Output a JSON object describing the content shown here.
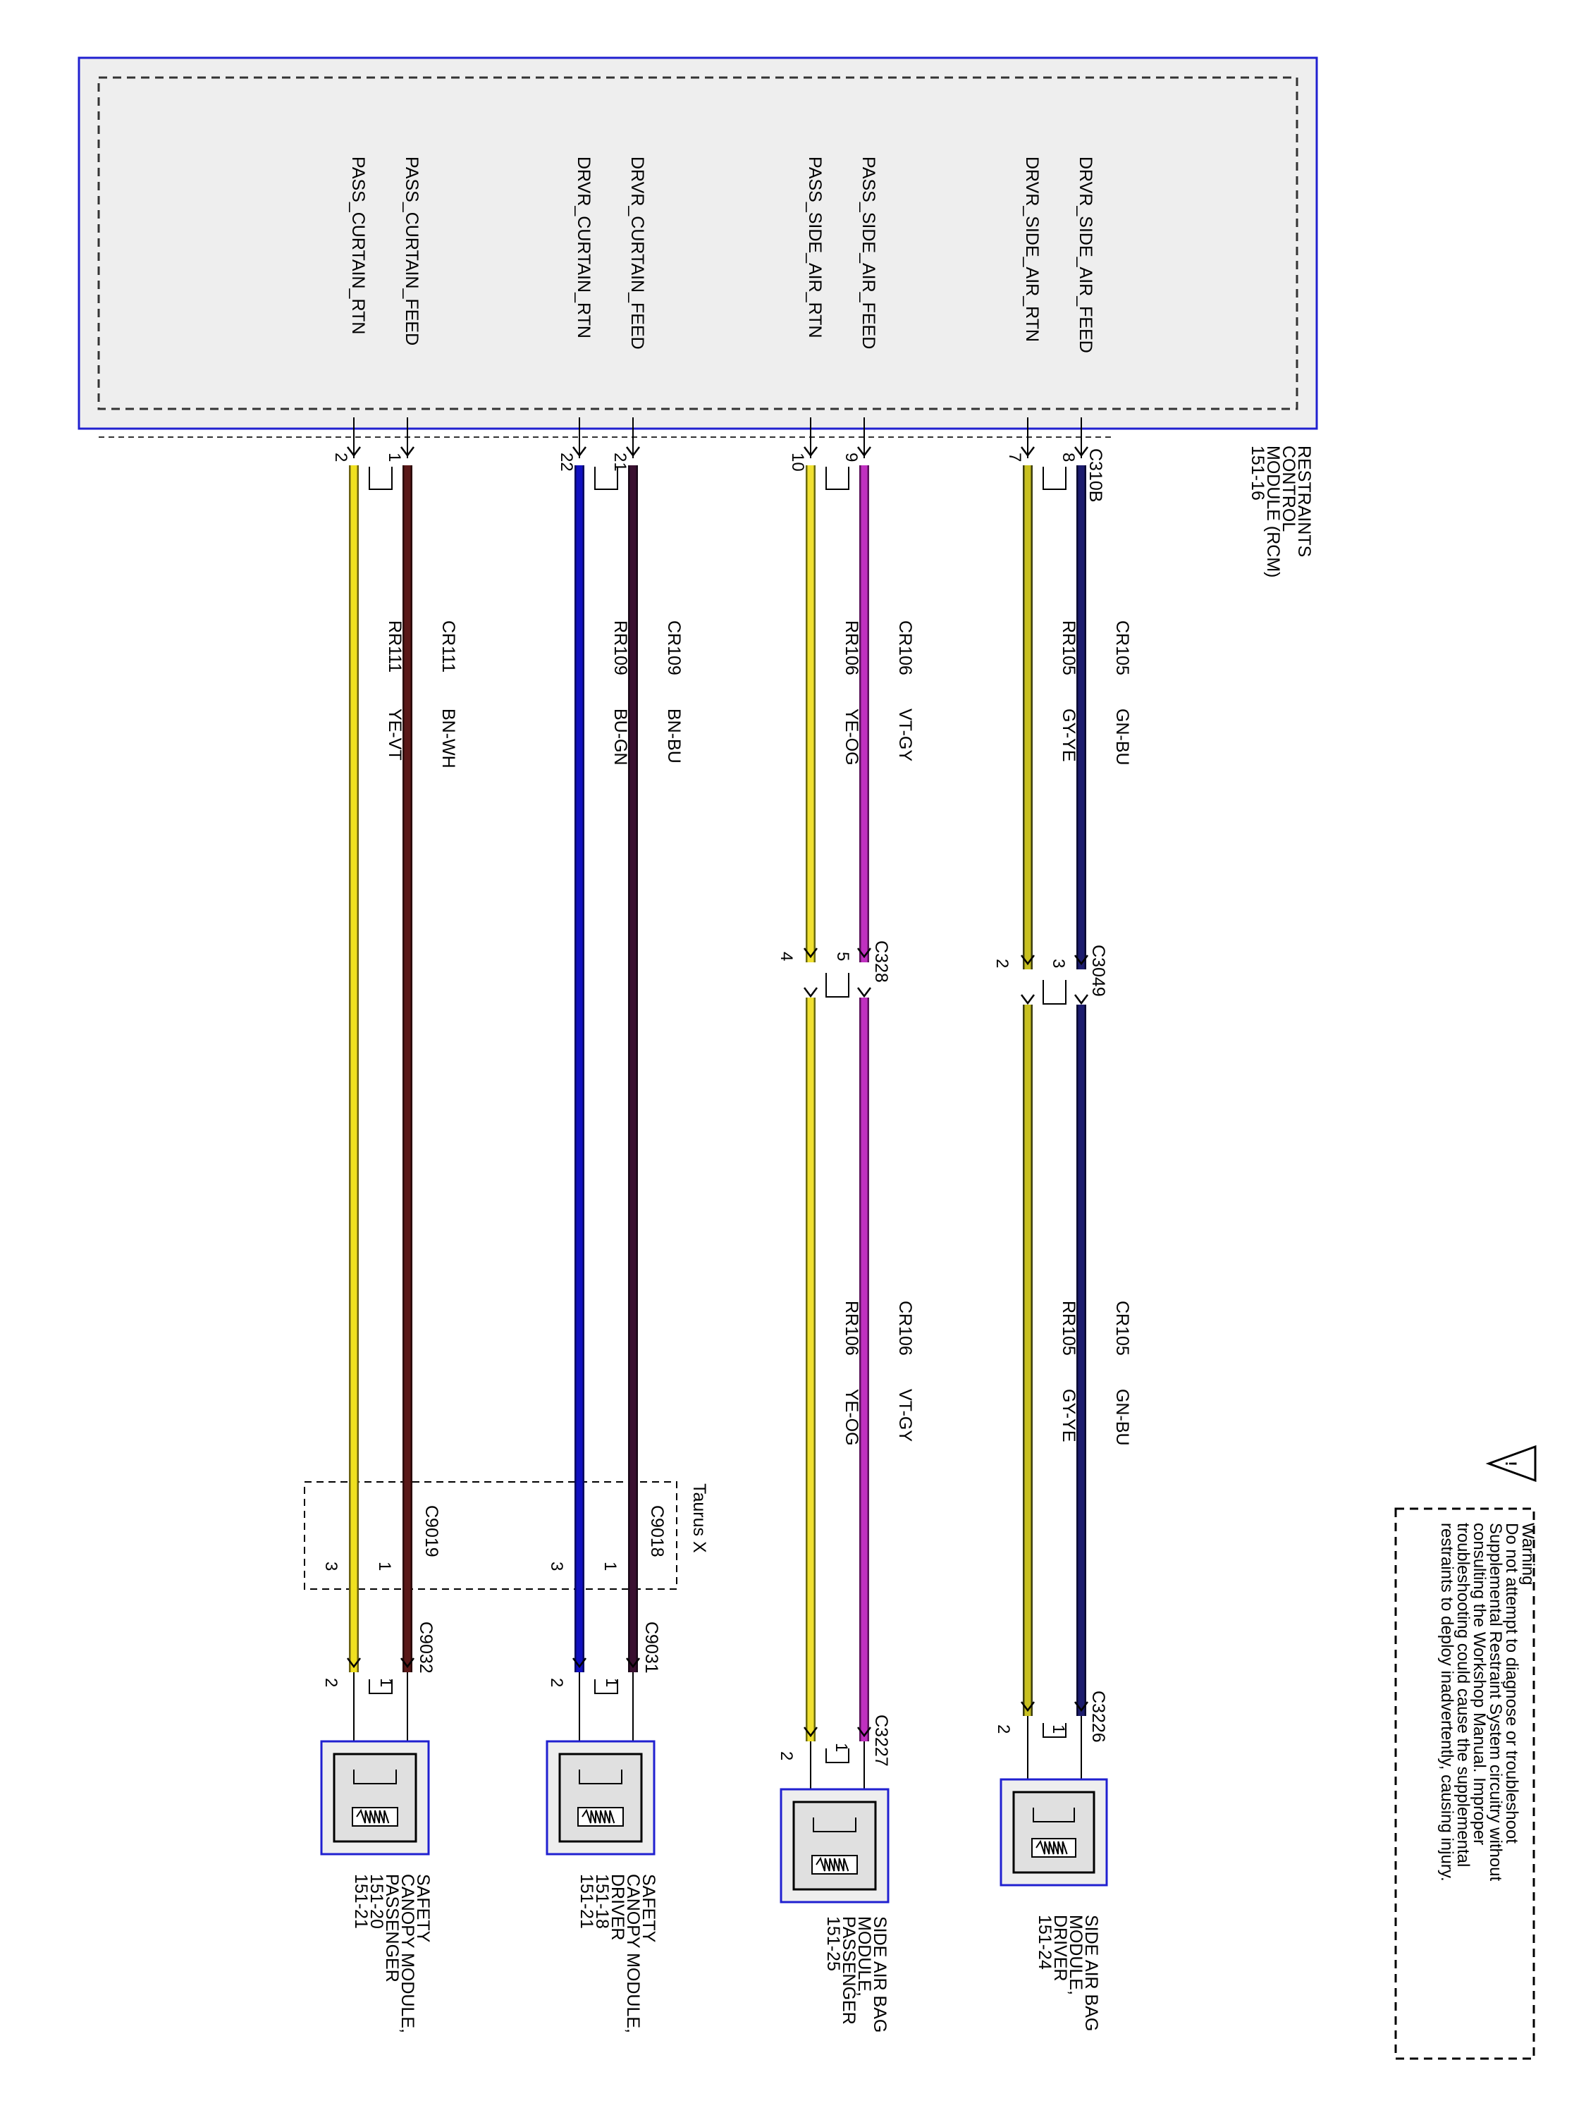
{
  "rcm": {
    "title": [
      "RESTRAINTS",
      "CONTROL",
      "MODULE (RCM)",
      "151-16"
    ],
    "connector": "C310B",
    "pins": [
      {
        "signal": "DRVR_SIDE_AIR_FEED",
        "pin": "8"
      },
      {
        "signal": "DRVR_SIDE_AIR_RTN",
        "pin": "7"
      },
      {
        "signal": "PASS_SIDE_AIR_FEED",
        "pin": "9"
      },
      {
        "signal": "PASS_SIDE_AIR_RTN",
        "pin": "10"
      },
      {
        "signal": "DRVR_CURTAIN_FEED",
        "pin": "21"
      },
      {
        "signal": "DRVR_CURTAIN_RTN",
        "pin": "22"
      },
      {
        "signal": "PASS_CURTAIN_FEED",
        "pin": "1"
      },
      {
        "signal": "PASS_CURTAIN_RTN",
        "pin": "2"
      }
    ]
  },
  "wires": [
    {
      "circuit": "CR105",
      "color_code": "GN-BU",
      "color": "#1c1c6e",
      "stroke": "#0a0a30"
    },
    {
      "circuit": "RR105",
      "color_code": "GY-YE",
      "color": "#c8c020",
      "stroke": "#3c3c10"
    },
    {
      "circuit": "CR106",
      "color_code": "VT-GY",
      "color": "#c030c0",
      "stroke": "#5a105a"
    },
    {
      "circuit": "RR106",
      "color_code": "YE-OG",
      "color": "#f0e030",
      "stroke": "#6a6a10"
    },
    {
      "circuit": "CR109",
      "color_code": "BN-BU",
      "color": "#3a1030",
      "stroke": "#1a0818"
    },
    {
      "circuit": "RR109",
      "color_code": "BU-GN",
      "color": "#1010c0",
      "stroke": "#060660"
    },
    {
      "circuit": "CR111",
      "color_code": "BN-WH",
      "color": "#5a1818",
      "stroke": "#2a0808"
    },
    {
      "circuit": "RR111",
      "color_code": "YE-VT",
      "color": "#f0e020",
      "stroke": "#6a6010"
    }
  ],
  "inline_connectors": [
    {
      "name": "C3049",
      "pins": [
        "3",
        "2"
      ]
    },
    {
      "name": "C328",
      "pins": [
        "5",
        "4"
      ]
    }
  ],
  "taurus_x": {
    "label": "Taurus X",
    "connectors": [
      {
        "name": "C9018",
        "pins": [
          "1",
          "3"
        ]
      },
      {
        "name": "C9019",
        "pins": [
          "1",
          "3"
        ]
      }
    ]
  },
  "components": [
    {
      "connector": "C3226",
      "pins": [
        "1",
        "2"
      ],
      "label": [
        "SIDE AIR BAG",
        "MODULE,",
        "DRIVER",
        "151-24"
      ]
    },
    {
      "connector": "C3227",
      "pins": [
        "1",
        "2"
      ],
      "label": [
        "SIDE AIR BAG",
        "MODULE,",
        "PASSENGER",
        "151-25"
      ]
    },
    {
      "connector": "C9031",
      "pins": [
        "1",
        "2"
      ],
      "label": [
        "SAFETY",
        "CANOPY MODULE,",
        "DRIVER",
        "151-18",
        "151-21"
      ]
    },
    {
      "connector": "C9032",
      "pins": [
        "1",
        "2"
      ],
      "label": [
        "SAFETY",
        "CANOPY MODULE,",
        "PASSENGER",
        "151-20",
        "151-21"
      ]
    }
  ],
  "warning": {
    "title": "Warning",
    "lines": [
      "Do not attempt to diagnose or troubleshoot",
      "Supplemental Restraint System circuitry without",
      "consulting the Workshop Manual. Improper",
      "troubleshooting could cause the supplemental",
      "restraints to deploy inadvertently, causing injury."
    ]
  }
}
